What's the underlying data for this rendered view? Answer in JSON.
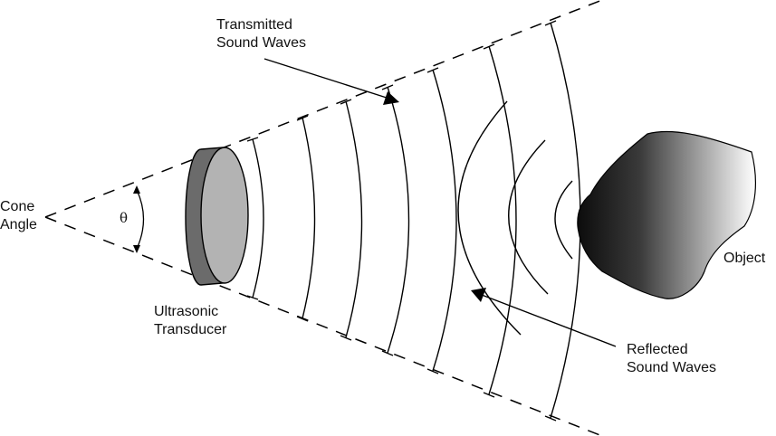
{
  "labels": {
    "transmitted_line1": "Transmitted",
    "transmitted_line2": "Sound Waves",
    "cone_line1": "Cone",
    "cone_line2": "Angle",
    "theta": "θ",
    "transducer_line1": "Ultrasonic",
    "transducer_line2": "Transducer",
    "object": "Object",
    "reflected_line1": "Reflected",
    "reflected_line2": "Sound Waves"
  },
  "colors": {
    "line": "#000000",
    "transducer_side": "#6b6b6b",
    "transducer_face": "#b3b3b3",
    "object_dark": "#0c0c0c",
    "object_light": "#ffffff"
  },
  "icons": {
    "transducer": "cylinder-disc-shape",
    "object": "irregular-blob-shape",
    "arrow": "filled-arrowhead"
  }
}
